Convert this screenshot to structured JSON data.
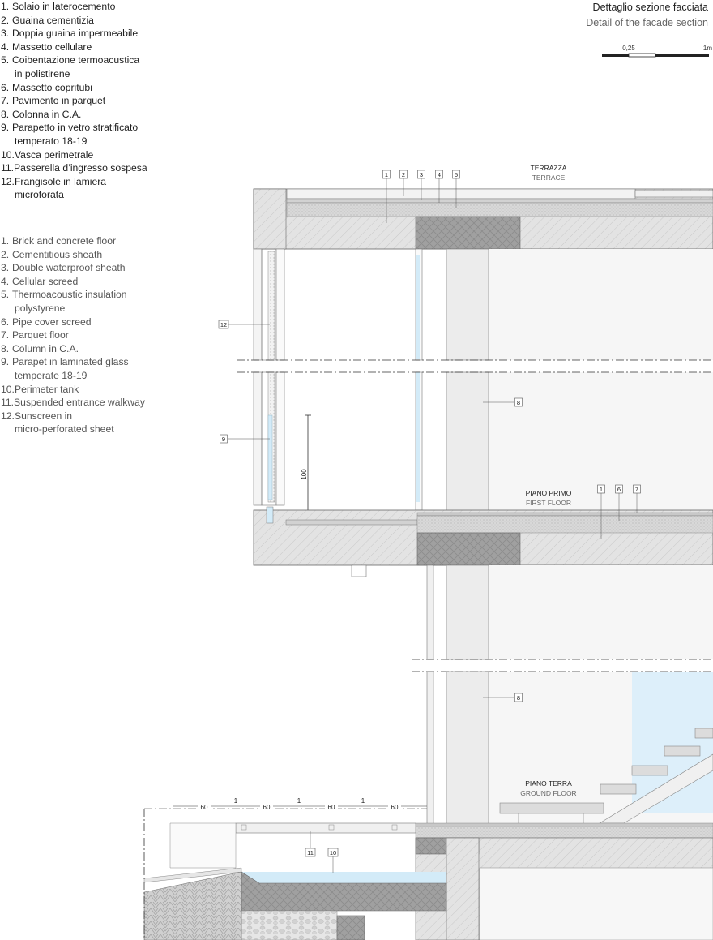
{
  "title": {
    "it": "Dettaglio sezione facciata",
    "en": "Detail of the facade section"
  },
  "scale_bar": {
    "mid_label": "0,25",
    "end_label": "1m"
  },
  "legend_it": [
    {
      "num": "1.",
      "lines": [
        "Solaio in laterocemento"
      ]
    },
    {
      "num": "2.",
      "lines": [
        "Guaina cementizia"
      ]
    },
    {
      "num": "3.",
      "lines": [
        "Doppia guaina impermeabile"
      ]
    },
    {
      "num": "4.",
      "lines": [
        "Massetto cellulare"
      ]
    },
    {
      "num": "5.",
      "lines": [
        "Coibentazione termoacustica",
        "in polistirene"
      ]
    },
    {
      "num": "6.",
      "lines": [
        "Massetto copritubi"
      ]
    },
    {
      "num": "7.",
      "lines": [
        "Pavimento in parquet"
      ]
    },
    {
      "num": "8.",
      "lines": [
        "Colonna in C.A."
      ]
    },
    {
      "num": "9.",
      "lines": [
        "Parapetto in vetro stratificato",
        "temperato 18-19"
      ]
    },
    {
      "num": "10.",
      "lines": [
        "Vasca perimetrale"
      ]
    },
    {
      "num": "11.",
      "lines": [
        "Passerella d’ingresso sospesa"
      ]
    },
    {
      "num": "12.",
      "lines": [
        "Frangisole in lamiera",
        "microforata"
      ]
    }
  ],
  "legend_en": [
    {
      "num": "1.",
      "lines": [
        "Brick and concrete floor"
      ]
    },
    {
      "num": "2.",
      "lines": [
        "Cementitious sheath"
      ]
    },
    {
      "num": "3.",
      "lines": [
        "Double waterproof sheath"
      ]
    },
    {
      "num": "4.",
      "lines": [
        "Cellular screed"
      ]
    },
    {
      "num": "5.",
      "lines": [
        "Thermoacoustic insulation",
        "polystyrene"
      ]
    },
    {
      "num": "6.",
      "lines": [
        "Pipe cover screed"
      ]
    },
    {
      "num": "7.",
      "lines": [
        "Parquet floor"
      ]
    },
    {
      "num": "8.",
      "lines": [
        "Column in C.A."
      ]
    },
    {
      "num": "9.",
      "lines": [
        "Parapet in laminated glass",
        "temperate 18-19"
      ]
    },
    {
      "num": "10.",
      "lines": [
        "Perimeter tank"
      ]
    },
    {
      "num": "11.",
      "lines": [
        "Suspended entrance walkway"
      ]
    },
    {
      "num": "12.",
      "lines": [
        "Sunscreen in",
        "micro-perforated sheet"
      ]
    }
  ],
  "levels": {
    "terrace": {
      "it": "TERRAZZA",
      "en": "TERRACE"
    },
    "first_floor": {
      "it": "PIANO PRIMO",
      "en": "FIRST FLOOR"
    },
    "ground_floor": {
      "it": "PIANO TERRA",
      "en": "GROUND FLOOR"
    }
  },
  "callouts": {
    "terrace": [
      "1",
      "2",
      "3",
      "4",
      "5"
    ],
    "first_floor": [
      "1",
      "6",
      "7"
    ],
    "sunscreen": "12",
    "parapet": "9",
    "column_upper": "8",
    "column_lower": "8",
    "walkway": "11",
    "tank": "10"
  },
  "dimensions": {
    "parapet_height": "100",
    "walkway_spacing": [
      "60",
      "1",
      "60",
      "1",
      "60",
      "1",
      "60"
    ]
  },
  "colors": {
    "line": "#555555",
    "concrete_fill": "#e2e2e2",
    "column_dark": "#9d9d9d",
    "glass": "#cfe8f6",
    "water": "#d3ebf8",
    "sky_panel": "#ddeffa",
    "screed": "#c8c8c8"
  }
}
